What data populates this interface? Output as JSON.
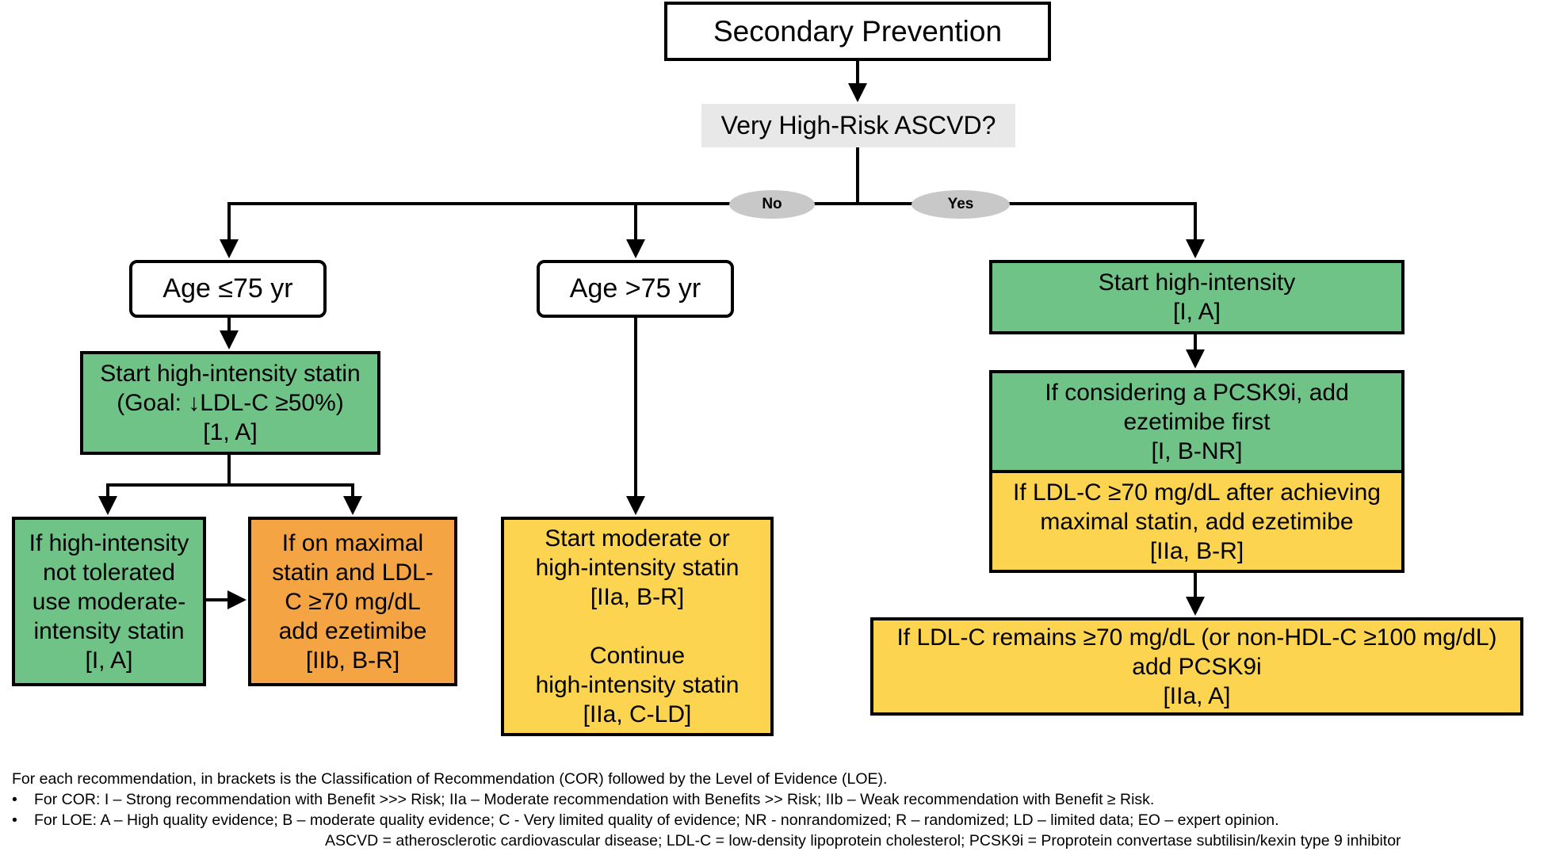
{
  "title": "Secondary Prevention",
  "question": "Very High-Risk ASCVD?",
  "branch_labels": {
    "no": "No",
    "yes": "Yes"
  },
  "age_le75": "Age ≤75 yr",
  "age_gt75": "Age >75 yr",
  "boxes": {
    "statin_high": {
      "lines": [
        "Start high-intensity statin",
        "(Goal: ↓LDL-C ≥50%)",
        "[1, A]"
      ],
      "color": "#70c387"
    },
    "not_tolerated": {
      "lines": [
        "If high-intensity",
        "not tolerated",
        "use moderate-",
        "intensity statin",
        "[I, A]"
      ],
      "color": "#70c387"
    },
    "max_statin": {
      "lines": [
        "If on maximal",
        "statin and LDL-",
        "C ≥70 mg/dL",
        "add ezetimibe",
        "[IIb, B-R]"
      ],
      "color": "#f5a444"
    },
    "moderate": {
      "lines": [
        "Start moderate or",
        "high-intensity statin",
        "[IIa, B-R]"
      ],
      "lines2": [
        "Continue",
        "high-intensity statin",
        "[IIa, C-LD]"
      ],
      "color": "#fdd44f"
    },
    "high_intensity": {
      "lines": [
        "Start high-intensity",
        "[I, A]"
      ],
      "color": "#70c387"
    },
    "pcsk9_consider": {
      "lines": [
        "If considering a PCSK9i, add",
        "ezetimibe first",
        "[I, B-NR]"
      ],
      "color": "#70c387"
    },
    "ldl70_ezetimibe": {
      "lines": [
        "If LDL-C ≥70 mg/dL after achieving",
        "maximal statin, add ezetimibe",
        "[IIa, B-R]"
      ],
      "color": "#fdd44f"
    },
    "remains": {
      "lines": [
        "If LDL-C remains ≥70 mg/dL (or non-HDL-C ≥100 mg/dL)",
        "add PCSK9i",
        "[IIa, A]"
      ],
      "color": "#fdd44f"
    }
  },
  "footnote": {
    "intro": "For each recommendation, in brackets is the Classification of Recommendation (COR) followed by the Level of Evidence (LOE).",
    "bullet_marker": "•",
    "cor": "For COR: I – Strong recommendation with Benefit >>> Risk; IIa – Moderate recommendation with Benefits >> Risk; IIb – Weak recommendation with Benefit ≥ Risk.",
    "loe": "For LOE: A – High quality evidence; B – moderate quality evidence; C - Very limited quality of evidence; NR - nonrandomized; R – randomized; LD – limited data; EO – expert opinion.",
    "abbrev": "ASCVD = atherosclerotic cardiovascular disease; LDL-C = low-density lipoprotein cholesterol; PCSK9i = Proprotein convertase subtilisin/kexin  type 9 inhibitor"
  }
}
